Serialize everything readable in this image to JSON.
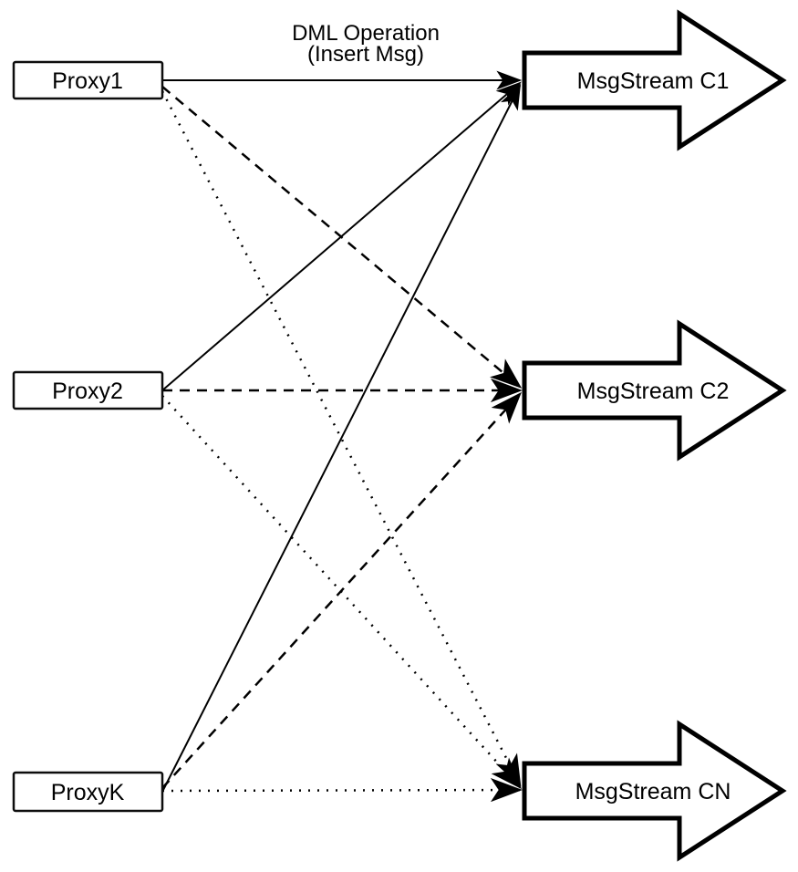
{
  "diagram": {
    "annotation": {
      "line1": "DML Operation",
      "line2": "(Insert Msg)"
    },
    "proxies": [
      {
        "id": "proxy1",
        "label": "Proxy1"
      },
      {
        "id": "proxy2",
        "label": "Proxy2"
      },
      {
        "id": "proxyK",
        "label": "ProxyK"
      }
    ],
    "streams": [
      {
        "id": "c1",
        "label": "MsgStream C1"
      },
      {
        "id": "c2",
        "label": "MsgStream C2"
      },
      {
        "id": "cn",
        "label": "MsgStream CN"
      }
    ],
    "edges": [
      {
        "from": "Proxy1",
        "to": "MsgStream C1",
        "line_style": "solid"
      },
      {
        "from": "Proxy2",
        "to": "MsgStream C1",
        "line_style": "solid"
      },
      {
        "from": "ProxyK",
        "to": "MsgStream C1",
        "line_style": "solid"
      },
      {
        "from": "Proxy1",
        "to": "MsgStream C2",
        "line_style": "dashed"
      },
      {
        "from": "Proxy2",
        "to": "MsgStream C2",
        "line_style": "dashed"
      },
      {
        "from": "ProxyK",
        "to": "MsgStream C2",
        "line_style": "dashed"
      },
      {
        "from": "Proxy1",
        "to": "MsgStream CN",
        "line_style": "dotted"
      },
      {
        "from": "Proxy2",
        "to": "MsgStream CN",
        "line_style": "dotted"
      },
      {
        "from": "ProxyK",
        "to": "MsgStream CN",
        "line_style": "dotted"
      }
    ],
    "colors": {
      "ink": "#000000",
      "background": "#ffffff",
      "shape_fill": "#ffffff"
    }
  }
}
